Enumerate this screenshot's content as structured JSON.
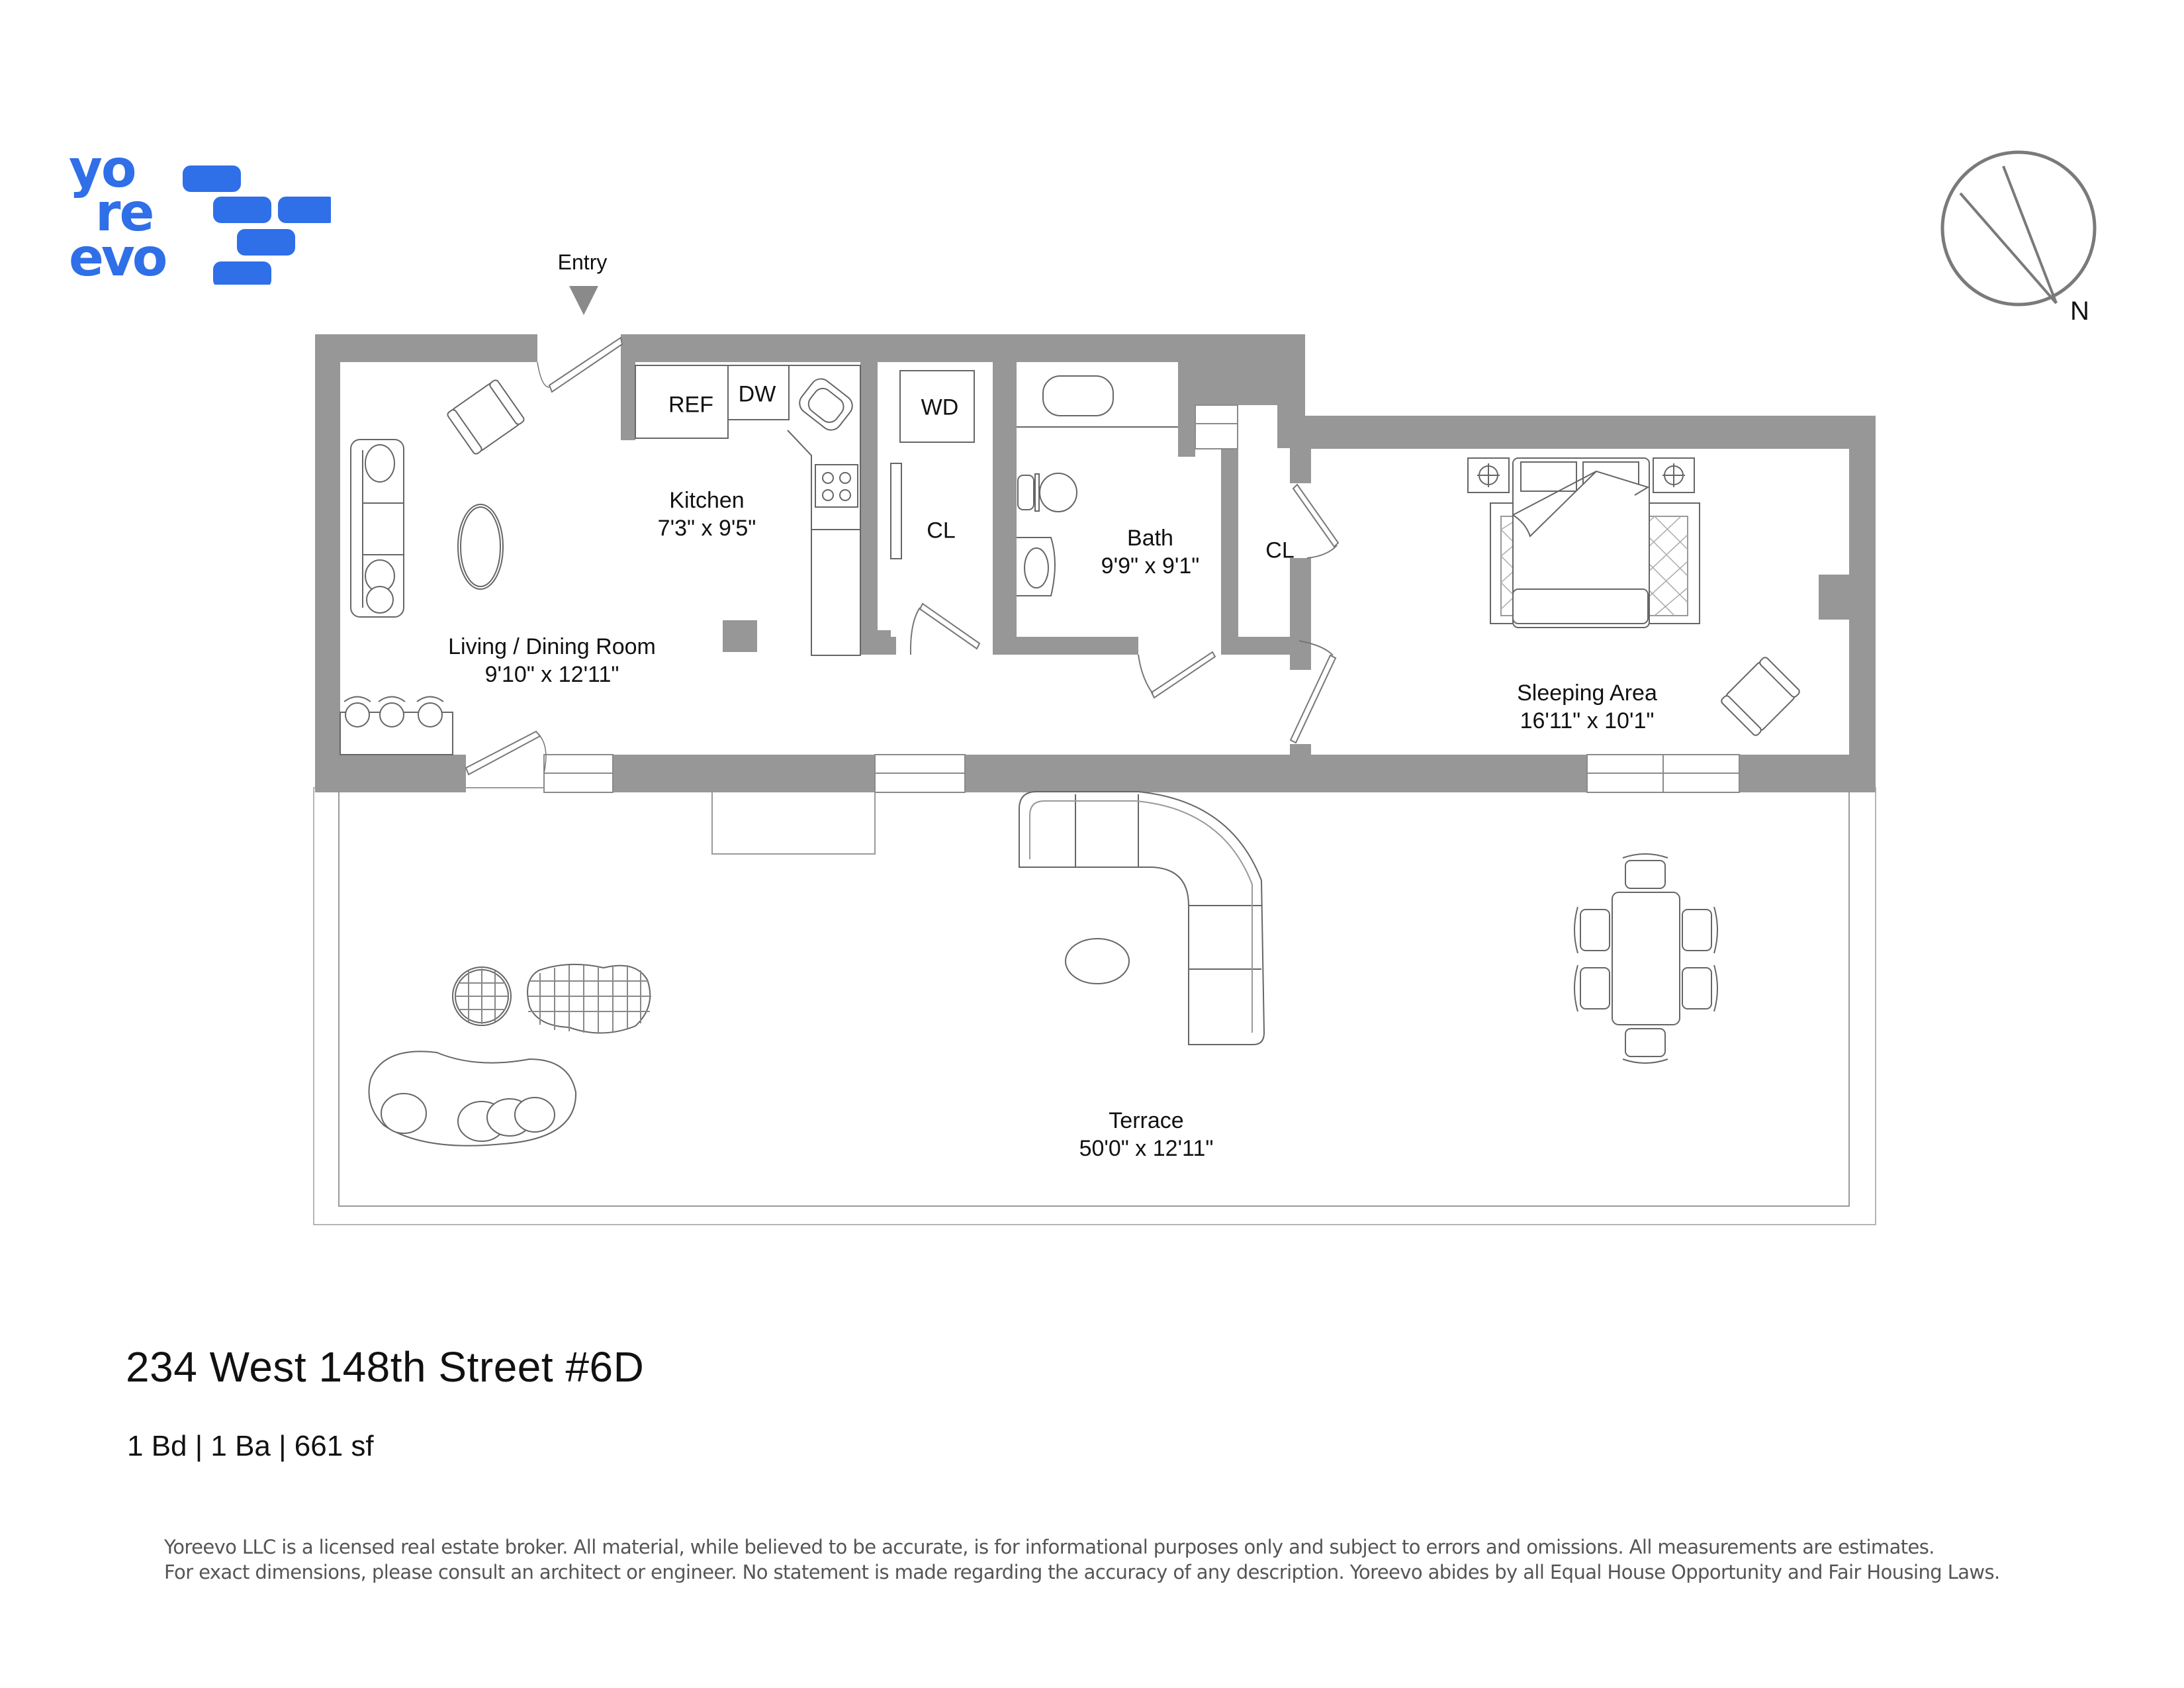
{
  "brand": {
    "logo_lines": [
      "yo",
      "re",
      "evo"
    ],
    "logo_color": "#2f6fe8"
  },
  "compass": {
    "north_label": "N",
    "stroke_color": "#7a7a7a"
  },
  "floorplan": {
    "wall_color": "#979797",
    "entry_label": "Entry",
    "rooms": [
      {
        "name": "Living / Dining Room",
        "dimensions": "9'10\" x 12'11\""
      },
      {
        "name": "Kitchen",
        "dimensions": "7'3\" x 9'5\""
      },
      {
        "name": "Bath",
        "dimensions": "9'9\" x 9'1\""
      },
      {
        "name": "Sleeping Area",
        "dimensions": "16'11\" x 10'1\""
      },
      {
        "name": "Terrace",
        "dimensions": "50'0\" x 12'11\""
      }
    ],
    "fixtures": {
      "ref": "REF",
      "dw": "DW",
      "wd": "WD",
      "closet_1": "CL",
      "closet_2": "CL"
    }
  },
  "listing": {
    "address": "234 West 148th Street #6D",
    "specs": "1 Bd | 1 Ba | 661 sf"
  },
  "disclaimer": {
    "line1": "Yoreevo LLC is a licensed real estate broker. All material, while believed to be accurate, is for informational purposes only and subject to errors and omissions. All measurements are estimates.",
    "line2": "For exact dimensions, please consult an architect or engineer. No statement is made regarding the accuracy of any description. Yoreevo abides by all Equal House Opportunity and Fair Housing Laws."
  }
}
